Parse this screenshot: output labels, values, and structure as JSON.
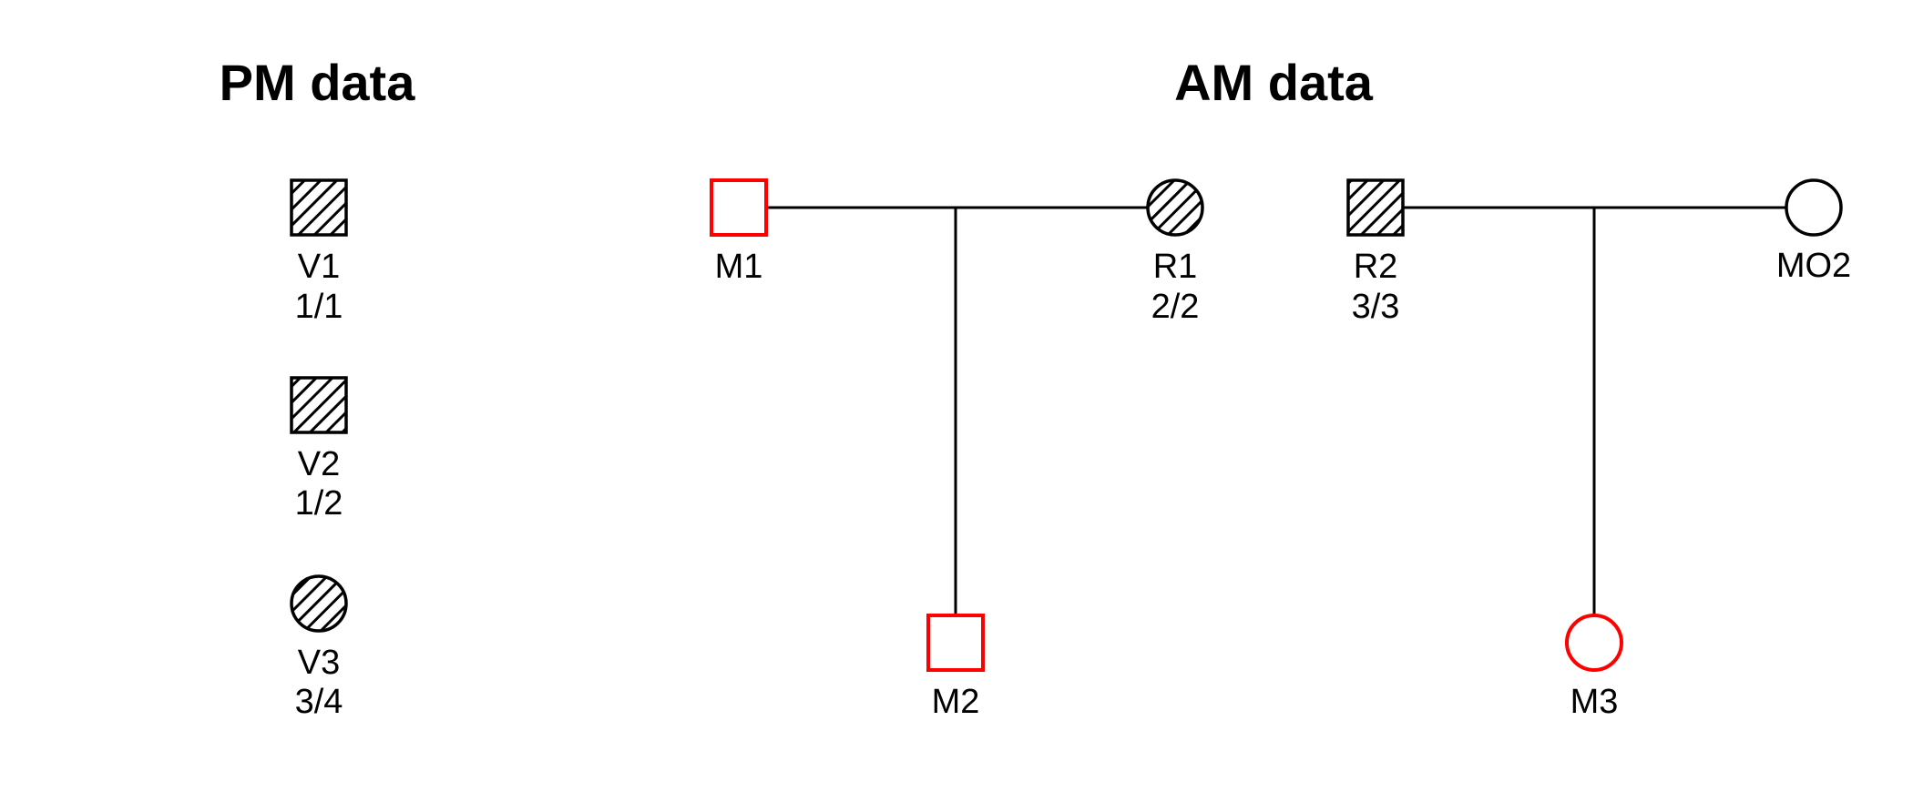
{
  "titles": {
    "pm": "PM data",
    "am": "AM data"
  },
  "legend": {
    "items": [
      {
        "label": "V1",
        "genotype": "1/1",
        "shape": "square",
        "fill": "hatched",
        "outline": "#000000"
      },
      {
        "label": "V2",
        "genotype": "1/2",
        "shape": "square",
        "fill": "hatched",
        "outline": "#000000"
      },
      {
        "label": "V3",
        "genotype": "3/4",
        "shape": "circle",
        "fill": "hatched",
        "outline": "#000000"
      }
    ]
  },
  "families": [
    {
      "father": {
        "label": "M1",
        "shape": "square",
        "fill": "open",
        "outline": "#ff0000"
      },
      "mother": {
        "label": "R1",
        "genotype": "2/2",
        "shape": "circle",
        "fill": "hatched",
        "outline": "#000000"
      },
      "child": {
        "label": "M2",
        "shape": "square",
        "fill": "open",
        "outline": "#ff0000"
      }
    },
    {
      "father": {
        "label": "R2",
        "genotype": "3/3",
        "shape": "square",
        "fill": "hatched",
        "outline": "#000000"
      },
      "mother": {
        "label": "MO2",
        "shape": "circle",
        "fill": "open",
        "outline": "#000000"
      },
      "child": {
        "label": "M3",
        "shape": "circle",
        "fill": "open",
        "outline": "#ff0000"
      }
    }
  ],
  "colors": {
    "highlight": "#ff0000",
    "symbol_stroke": "#000000",
    "line": "#000000",
    "text": "#000000",
    "background": "#ffffff"
  }
}
